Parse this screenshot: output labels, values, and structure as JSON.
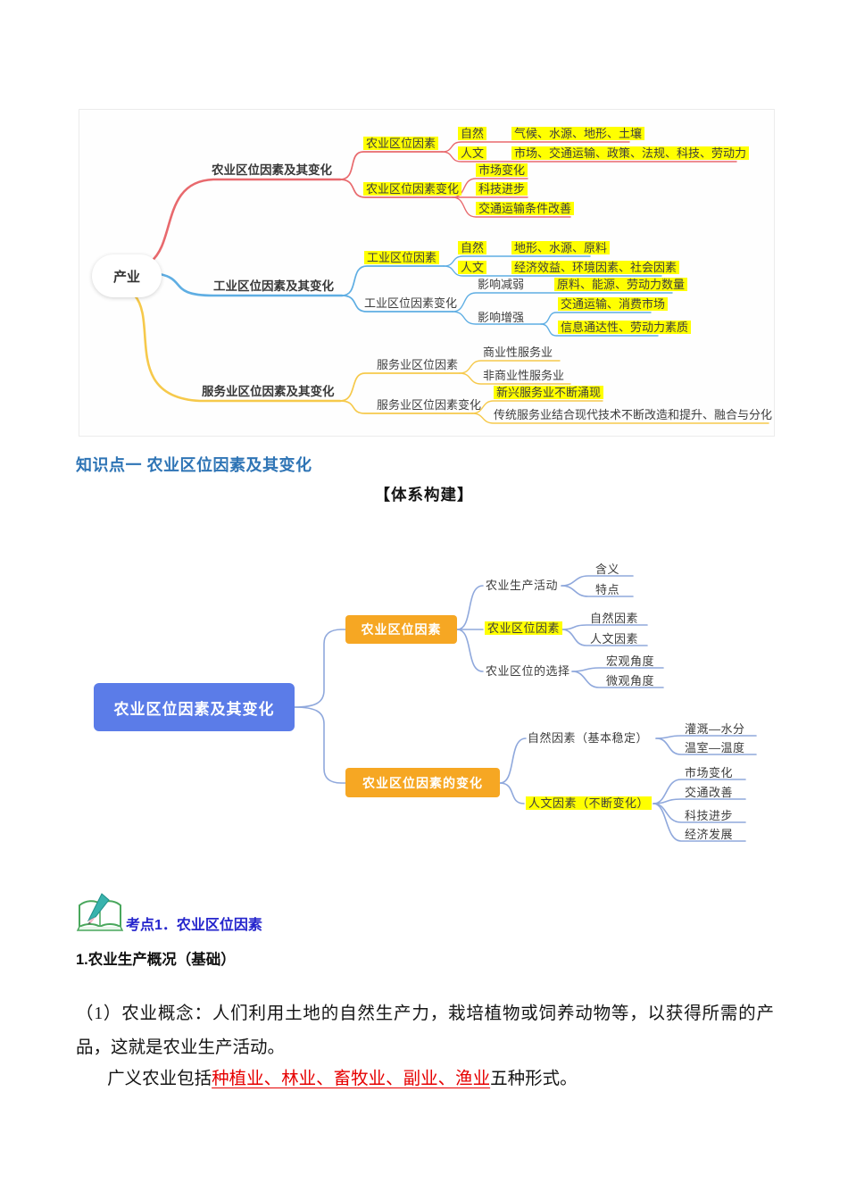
{
  "headings": {
    "kp1": "知识点一 农业区位因素及其变化",
    "system": "【体系构建】",
    "kaodian": "考点1．农业区位因素",
    "sub1": "1.农业生产概况（基础）"
  },
  "body": {
    "para1": "（1）农业概念：人们利用土地的自然生产力，栽培植物或饲养动物等，以获得所需的产品，这就是农业生产活动。",
    "para2_prefix": "广义农业包括",
    "para2_red": "种植业、林业、畜牧业、副业、渔业",
    "para2_suffix": "五种形式。"
  },
  "mm1": {
    "root": "产业",
    "colors": {
      "agri": "#E8696D",
      "ind": "#5FAEE3",
      "svc": "#F6C94B",
      "highlight": "#FFFF00"
    },
    "agri": {
      "label": "农业区位因素及其变化",
      "factor": {
        "label": "农业区位因素",
        "rows": [
          {
            "k": "自然",
            "v": "气候、水源、地形、土壤"
          },
          {
            "k": "人文",
            "v": "市场、交通运输、政策、法规、科技、劳动力"
          }
        ]
      },
      "change": {
        "label": "农业区位因素变化",
        "items": [
          "市场变化",
          "科技进步",
          "交通运输条件改善"
        ]
      }
    },
    "ind": {
      "label": "工业区位因素及其变化",
      "factor": {
        "label": "工业区位因素",
        "rows": [
          {
            "k": "自然",
            "v": "地形、水源、原料"
          },
          {
            "k": "人文",
            "v": "经济效益、环境因素、社会因素"
          }
        ]
      },
      "change": {
        "label": "工业区位因素变化",
        "weaken_k": "影响减弱",
        "weaken_v": "原料、能源、劳动力数量",
        "strengthen_k": "影响增强",
        "strengthen_v1": "交通运输、消费市场",
        "strengthen_v2": "信息通达性、劳动力素质"
      }
    },
    "svc": {
      "label": "服务业区位因素及其变化",
      "factor": {
        "label": "服务业区位因素",
        "items": [
          "商业性服务业",
          "非商业性服务业"
        ]
      },
      "change": {
        "label": "服务业区位因素变化",
        "items": [
          "新兴服务业不断涌现",
          "传统服务业结合现代技术不断改造和提升、融合与分化"
        ]
      }
    }
  },
  "mm2": {
    "root": "农业区位因素及其变化",
    "colors": {
      "root_bg": "#5B7CE8",
      "branch_bg": "#F6A723",
      "line": "#8FA8DC",
      "highlight": "#FFFF00"
    },
    "factor": {
      "label": "农业区位因素",
      "children": [
        {
          "label": "农业生产活动",
          "items": [
            "含义",
            "特点"
          ]
        },
        {
          "label": "农业区位因素",
          "items": [
            "自然因素",
            "人文因素"
          ]
        },
        {
          "label": "农业区位的选择",
          "items": [
            "宏观角度",
            "微观角度"
          ]
        }
      ]
    },
    "change": {
      "label": "农业区位因素的变化",
      "children": [
        {
          "label": "自然因素（基本稳定）",
          "items": [
            "灌溉—水分",
            "温室—温度"
          ]
        },
        {
          "label": "人文因素（不断变化）",
          "items": [
            "市场变化",
            "交通改善",
            "科技进步",
            "经济发展"
          ]
        }
      ]
    }
  }
}
